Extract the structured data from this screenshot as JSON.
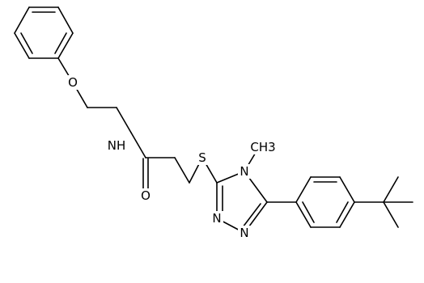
{
  "structure": {
    "atoms": {
      "oxygen_ether": "O",
      "nitrogen_amide": "NH",
      "oxygen_carbonyl": "O",
      "sulfur": "S",
      "nitrogen_4": "N",
      "methyl": "CH3",
      "nitrogen_2": "N",
      "nitrogen_1": "N"
    }
  },
  "colors": {
    "bond": "#000000",
    "label": "#000000",
    "background": "#ffffff"
  }
}
